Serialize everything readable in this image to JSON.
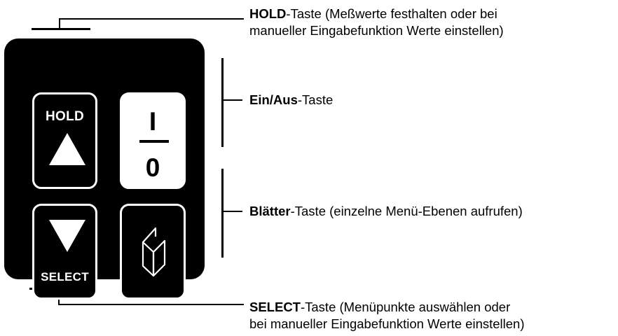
{
  "keypad": {
    "hold_label": "HOLD",
    "select_label": "SELECT",
    "power_top": "I",
    "power_bottom": "0"
  },
  "captions": {
    "hold": {
      "bold": "HOLD",
      "rest": "-Taste (Meßwerte festhalten oder bei",
      "line2": "manueller Eingabefunktion Werte einstellen)"
    },
    "power": {
      "bold": "Ein/Aus",
      "rest": "-Taste"
    },
    "pager": {
      "bold": "Blätter",
      "rest": "-Taste (einzelne Menü-Ebenen aufrufen)"
    },
    "select": {
      "bold": "SELECT",
      "rest": "-Taste (Menüpunkte auswählen oder",
      "line2": "bei manueller Eingabefunktion Werte einstellen)"
    }
  },
  "icons": {
    "up": "triangle-up-icon",
    "down": "triangle-down-icon",
    "pager": "book-pages-icon"
  }
}
